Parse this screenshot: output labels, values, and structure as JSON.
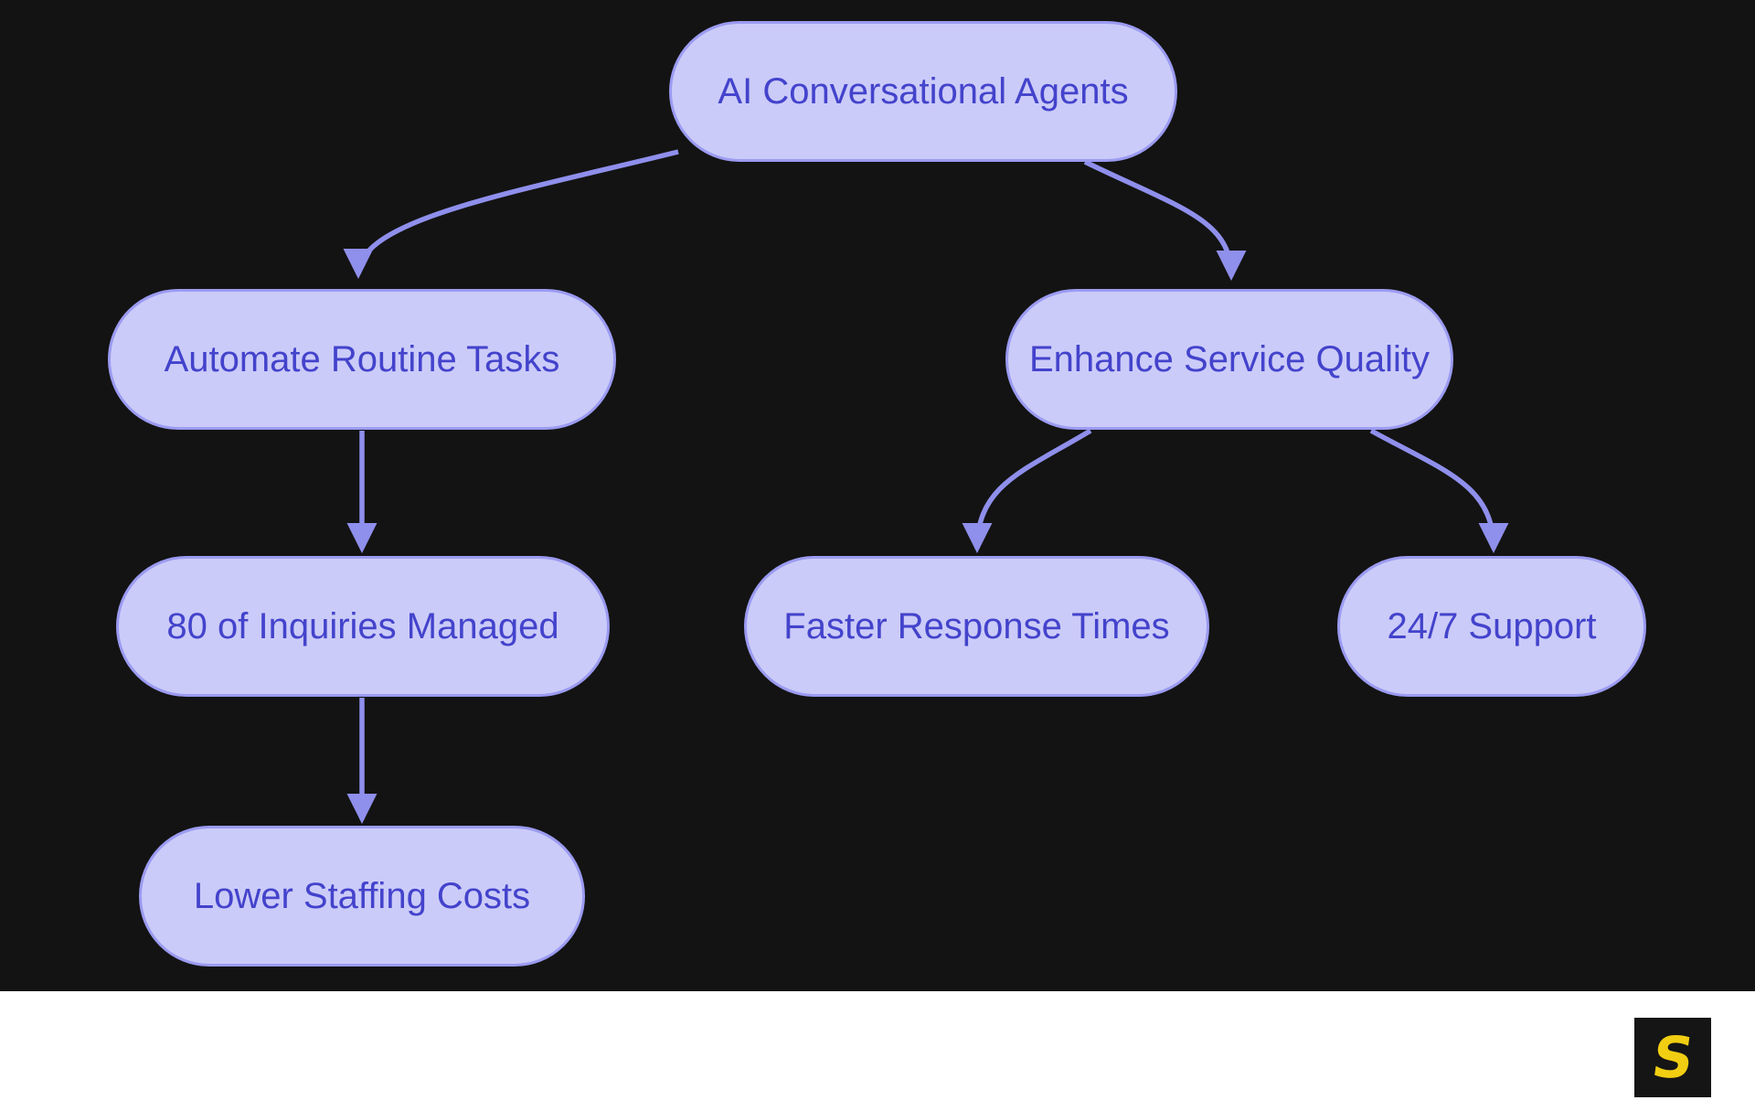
{
  "colors": {
    "background": "#131313",
    "node_fill": "#CBCBF9",
    "node_border": "#9B9BF2",
    "node_text": "#4343CC",
    "arrow": "#8F8FEC",
    "footer_background": "#FFFFFF",
    "logo_background": "#151515",
    "logo_glyph": "#F2CE12"
  },
  "diagram": {
    "type": "flowchart",
    "nodes": [
      {
        "id": "root",
        "label": "AI Conversational Agents"
      },
      {
        "id": "automate",
        "label": "Automate Routine Tasks"
      },
      {
        "id": "enhance",
        "label": "Enhance Service Quality"
      },
      {
        "id": "inquiries",
        "label": "80 of Inquiries Managed"
      },
      {
        "id": "faster",
        "label": "Faster Response Times"
      },
      {
        "id": "support",
        "label": "24/7 Support"
      },
      {
        "id": "costs",
        "label": "Lower Staffing Costs"
      }
    ],
    "edges": [
      {
        "from": "root",
        "to": "automate"
      },
      {
        "from": "root",
        "to": "enhance"
      },
      {
        "from": "automate",
        "to": "inquiries"
      },
      {
        "from": "enhance",
        "to": "faster"
      },
      {
        "from": "enhance",
        "to": "support"
      },
      {
        "from": "inquiries",
        "to": "costs"
      }
    ]
  },
  "footer": {
    "logo_letter": "S"
  }
}
